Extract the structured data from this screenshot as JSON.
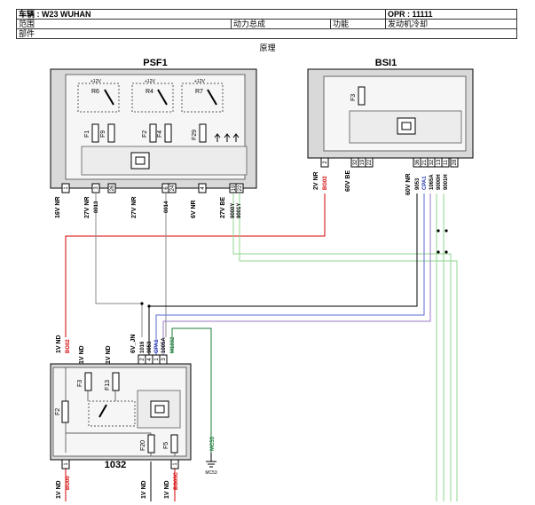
{
  "header": {
    "vehicle_label": "车辆 : W23 WUHAN",
    "opr_label": "OPR : 11111",
    "row2_c1": "范围",
    "row2_c2": "动力总成",
    "row2_c3": "功能",
    "row2_c4": "发动机冷却",
    "row3_c1": "部件"
  },
  "principle_label": "原理",
  "psf1": {
    "title": "PSF1",
    "relays": [
      "R6",
      "R4",
      "R7"
    ],
    "relay_voltage": "+12V",
    "fuses": [
      "F1",
      "F9",
      "F2",
      "F4",
      "F29"
    ],
    "pins": [
      "1",
      "3",
      "26",
      "6",
      "24",
      "4",
      "19",
      "22"
    ],
    "connectors": [
      "16V NR",
      "27V NR",
      "27V NR",
      "6V NR",
      "27V BE"
    ],
    "wires": [
      "0013",
      "0014",
      "9000Y",
      "9001Y"
    ]
  },
  "bsi1": {
    "title": "BSI1",
    "fuse": "F3",
    "pins": [
      "2",
      "32",
      "19",
      "22",
      "36",
      "21",
      "32",
      "13",
      "11",
      "28"
    ],
    "connectors": [
      "2V NR",
      "60V BE",
      "60V NR"
    ],
    "wires": [
      "BG02",
      "9053",
      "CPA1",
      "1065A",
      "9000H",
      "9001H"
    ]
  },
  "module_1032": {
    "title": "1032",
    "fuses": [
      "F3",
      "F13",
      "F2",
      "F20",
      "F5"
    ],
    "pins": [
      "2",
      "4",
      "1",
      "3",
      "1",
      "1"
    ],
    "top_connectors": [
      "1V ND",
      "1V ND",
      "1V ND",
      "6V_JN"
    ],
    "top_wires": [
      "BG02",
      "1016",
      "9053",
      "CPA1",
      "1005A",
      "M1032"
    ],
    "bottom_connectors": [
      "1V ND",
      "1V ND",
      "1V ND"
    ],
    "bottom_wires": [
      "BG00",
      "BG05C"
    ],
    "ground_wire": "MC53",
    "ground_label": "MC53"
  }
}
